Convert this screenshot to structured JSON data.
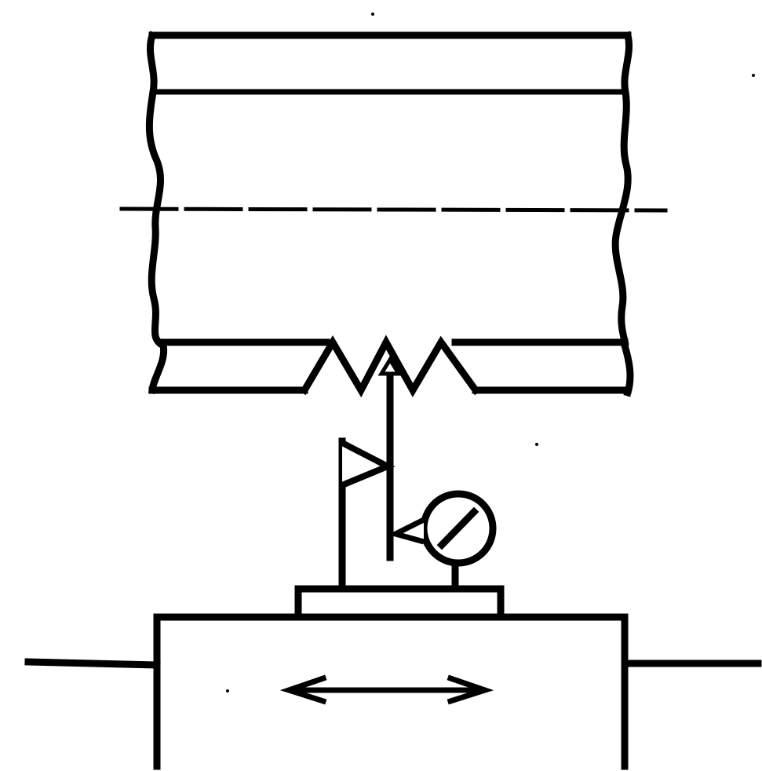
{
  "diagram": {
    "components": [
      {
        "id": "workpiece-thread-shaft",
        "icon": "threaded-shaft"
      },
      {
        "id": "centerline",
        "icon": "dash-line"
      },
      {
        "id": "thread-profile",
        "icon": "thread-teeth"
      },
      {
        "id": "indicator-probe",
        "icon": "probe-stem"
      },
      {
        "id": "indicator-stand",
        "icon": "flag-stand"
      },
      {
        "id": "dial-gauge",
        "icon": "dial-indicator"
      },
      {
        "id": "gauge-base",
        "icon": "base-plate"
      },
      {
        "id": "machine-carriage",
        "icon": "carriage-block"
      },
      {
        "id": "travel-arrow",
        "icon": "double-arrow"
      }
    ],
    "colors": {
      "ink": "#000000",
      "paper": "#ffffff"
    }
  }
}
